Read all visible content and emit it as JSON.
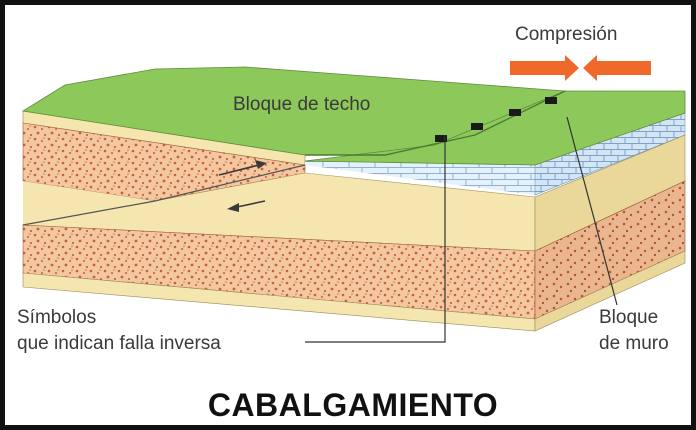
{
  "labels": {
    "compression": "Compresión",
    "hanging_wall": "Bloque de techo",
    "symbols_line1": "Símbolos",
    "symbols_line2": "que indican falla inversa",
    "footwall_line1": "Bloque",
    "footwall_line2": "de muro"
  },
  "title": "CABALGAMIENTO",
  "colors": {
    "grass": "#8dc85a",
    "sand": "#f4e6ae",
    "gravel": "#f3c7a0",
    "gravel_dots": "#c5623a",
    "limestone": "#e6f2fb",
    "bricks": "#8fb3d3",
    "compression_arrow": "#ef6a2a",
    "frame": "#111111"
  }
}
